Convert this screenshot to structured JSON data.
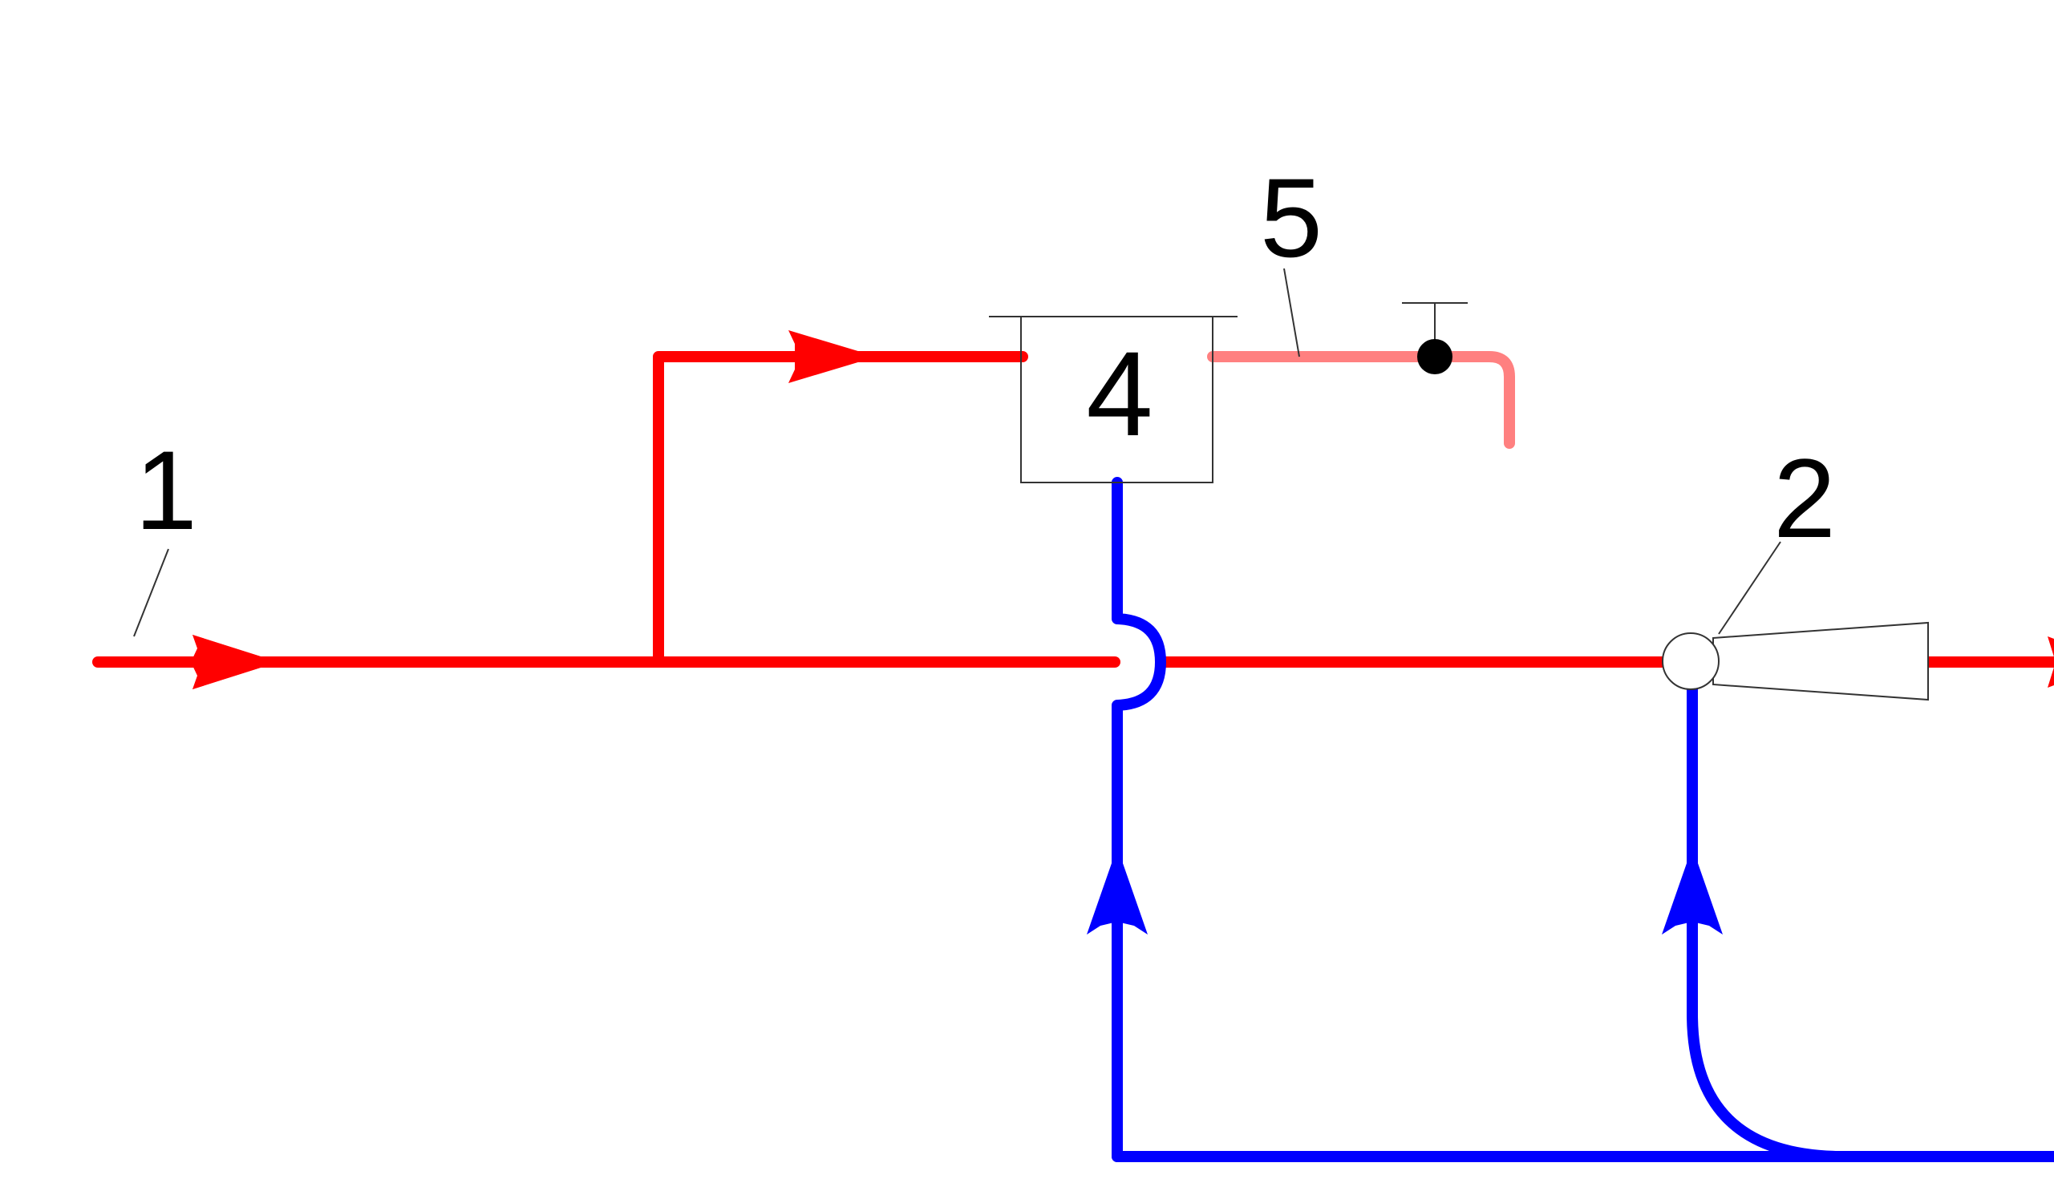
{
  "labels": {
    "l1": "1",
    "l2": "2",
    "l4": "4",
    "l5": "5"
  },
  "colors": {
    "supply": "#ff0000",
    "return": "#0000ff",
    "outlet": "#ff8080",
    "thin_line": "#333333",
    "node_fill": "#000000"
  }
}
